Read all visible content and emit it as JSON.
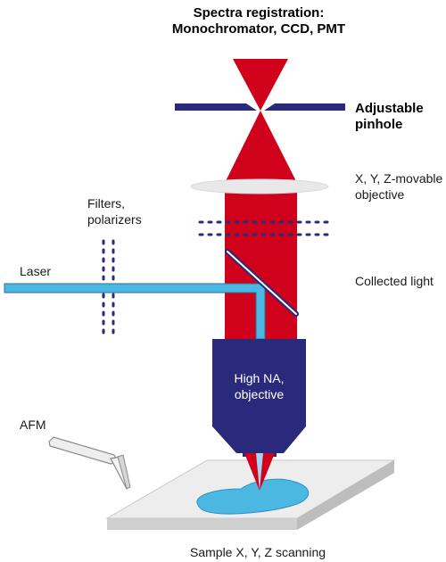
{
  "labels": {
    "spectra_line1": "Spectra registration:",
    "spectra_line2": "Monochromator, CCD, PMT",
    "pinhole_line1": "Adjustable",
    "pinhole_line2": "pinhole",
    "movable_line1": "X, Y, Z-movable",
    "movable_line2": "objective",
    "filters_line1": "Filters,",
    "filters_line2": "polarizers",
    "laser": "Laser",
    "collected": "Collected light",
    "objective_line1": "High NA,",
    "objective_line2": "objective",
    "afm": "AFM",
    "sample": "Sample X, Y, Z scanning"
  },
  "colors": {
    "collected_light": "#d0021b",
    "laser_beam": "#4ab8e0",
    "objective_body": "#2a2a7c",
    "pinhole_and_filters": "#2a2a7c",
    "sample_plate": "#e6e6e6",
    "sample_spot": "#4ab8e0"
  },
  "icons": {
    "afm": "afm-cantilever-icon",
    "mirror": "dichroic-mirror-icon"
  }
}
